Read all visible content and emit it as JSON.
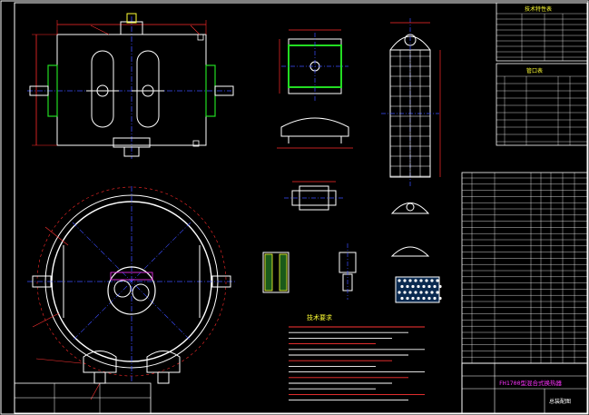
{
  "drawing": {
    "background": "#000000",
    "colors": {
      "frame": "#ffffff",
      "outline": "#ffffff",
      "centerline": "#3b4dff",
      "dimension": "#ff2a2a",
      "component": "#ffffff",
      "leader": "#ff3333",
      "hatch_green": "#22dd22",
      "accent_yellow": "#ffff33",
      "accent_magenta": "#ff33ff",
      "accent_cyan": "#33ffff"
    },
    "notes": {
      "heading": "技术要求"
    },
    "title_block": {
      "project": "FH1700型混合式换热器",
      "sheet": "总装配图"
    },
    "tables": {
      "nozzle_table_title": "管口表",
      "spec_table_title": "技术特性表"
    }
  }
}
